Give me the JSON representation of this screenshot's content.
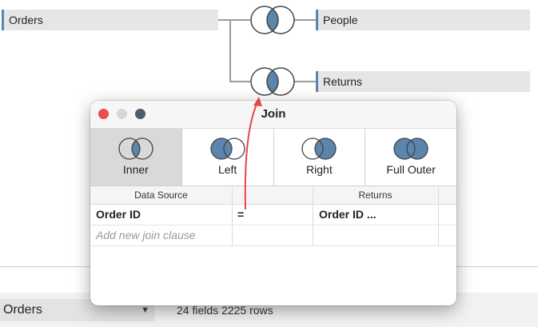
{
  "canvas": {
    "tables": [
      {
        "name": "Orders"
      },
      {
        "name": "People"
      },
      {
        "name": "Returns"
      }
    ]
  },
  "join_dialog": {
    "title": "Join",
    "join_types": [
      {
        "label": "Inner",
        "selected": true
      },
      {
        "label": "Left",
        "selected": false
      },
      {
        "label": "Right",
        "selected": false
      },
      {
        "label": "Full Outer",
        "selected": false
      }
    ],
    "clause_header": {
      "left": "Data Source",
      "right": "Returns"
    },
    "clauses": [
      {
        "left_field": "Order ID",
        "operator": "=",
        "right_field": "Order ID ..."
      }
    ],
    "add_clause_placeholder": "Add new join clause"
  },
  "bottom_bar": {
    "selected_table": "Orders",
    "summary": "24 fields 2225 rows"
  },
  "colors": {
    "accent": "#5a86ad",
    "annotation_arrow": "#e0474c"
  }
}
